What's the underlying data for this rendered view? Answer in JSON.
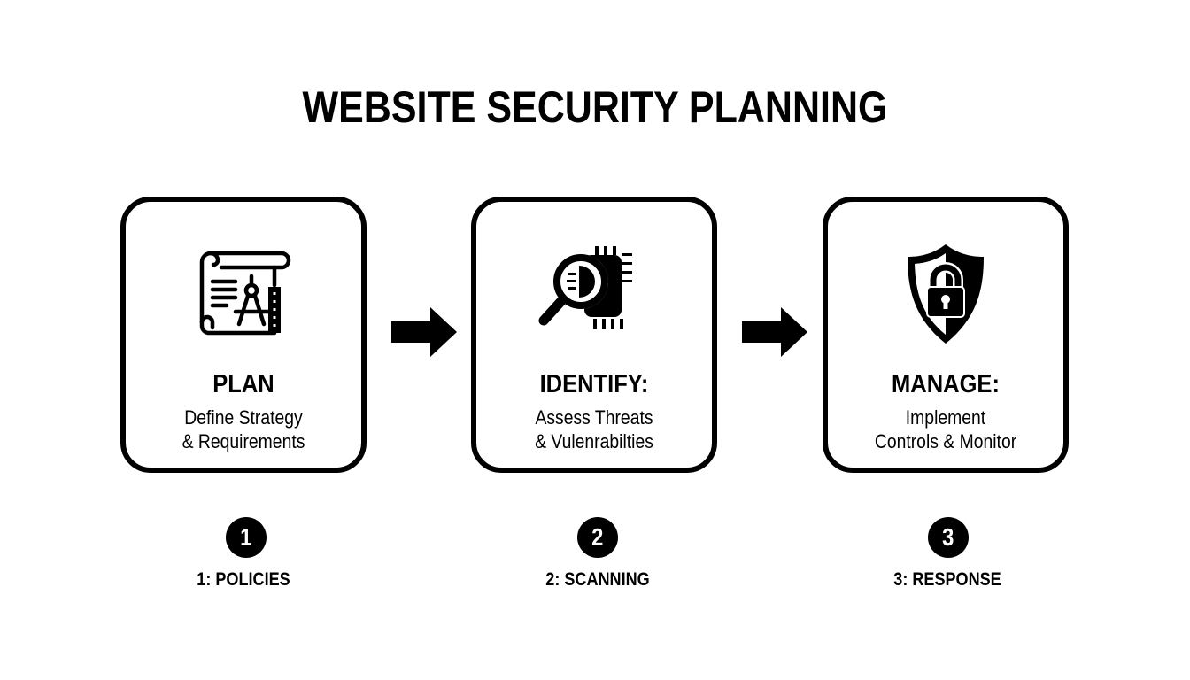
{
  "title": "WEBSITE SECURITY PLANNING",
  "cards": [
    {
      "icon": "blueprint-compass-icon",
      "heading": "PLAN",
      "desc_line1": "Define Strategy",
      "desc_line2": "& Requirements"
    },
    {
      "icon": "magnifier-chip-icon",
      "heading": "IDENTIFY:",
      "desc_line1": "Assess Threats",
      "desc_line2": "& Vulenrabilties"
    },
    {
      "icon": "shield-lock-icon",
      "heading": "MANAGE:",
      "desc_line1": "Implement",
      "desc_line2": "Controls & Monitor"
    }
  ],
  "arrows": [
    "arrow-right-icon",
    "arrow-right-icon"
  ],
  "steps": [
    {
      "number": "1",
      "label": "1: POLICIES"
    },
    {
      "number": "2",
      "label": "2: SCANNING"
    },
    {
      "number": "3",
      "label": "3: RESPONSE"
    }
  ],
  "colors": {
    "foreground": "#000000",
    "background": "#ffffff"
  }
}
